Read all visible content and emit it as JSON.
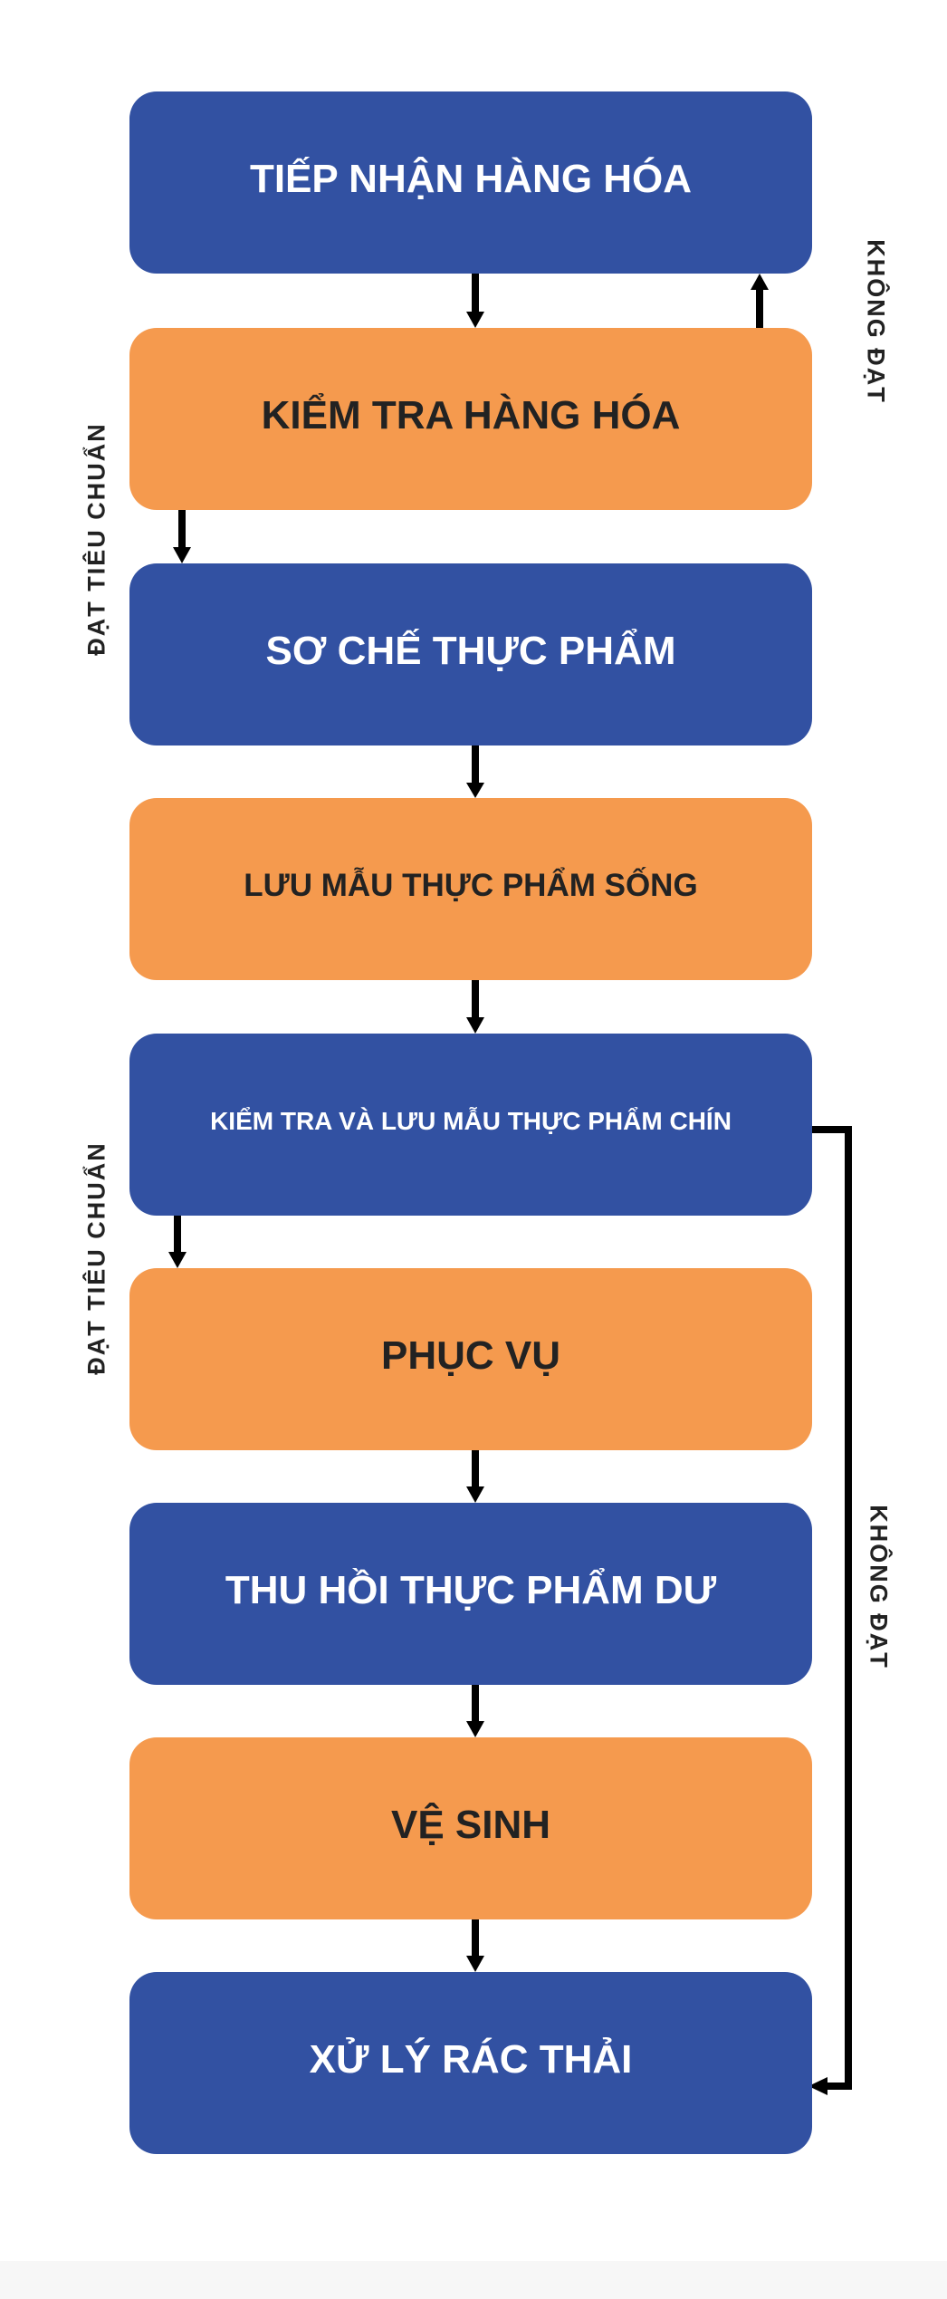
{
  "colors": {
    "blue": "#3251a2",
    "orange": "#f59a4e",
    "text_dark": "#222222",
    "arrow": "#000000"
  },
  "steps": [
    {
      "label": "TIẾP NHẬN HÀNG HÓA",
      "color": "blue"
    },
    {
      "label": "KIỂM TRA HÀNG HÓA",
      "color": "orange"
    },
    {
      "label": "SƠ CHẾ THỰC PHẨM",
      "color": "blue"
    },
    {
      "label": "LƯU MẪU THỰC PHẨM SỐNG",
      "color": "orange"
    },
    {
      "label": "KIỂM TRA VÀ LƯU MẪU THỰC PHẨM CHÍN",
      "color": "blue"
    },
    {
      "label": "PHỤC VỤ",
      "color": "orange"
    },
    {
      "label": "THU HỒI THỰC PHẨM DƯ",
      "color": "blue"
    },
    {
      "label": "VỆ SINH",
      "color": "orange"
    },
    {
      "label": "XỬ LÝ RÁC THẢI",
      "color": "blue"
    }
  ],
  "edge_labels": {
    "fail_1": "KHÔNG ĐẠT",
    "pass_1": "ĐẠT TIÊU CHUẨN",
    "pass_2": "ĐẠT TIÊU CHUẨN",
    "fail_2": "KHÔNG ĐẠT"
  }
}
